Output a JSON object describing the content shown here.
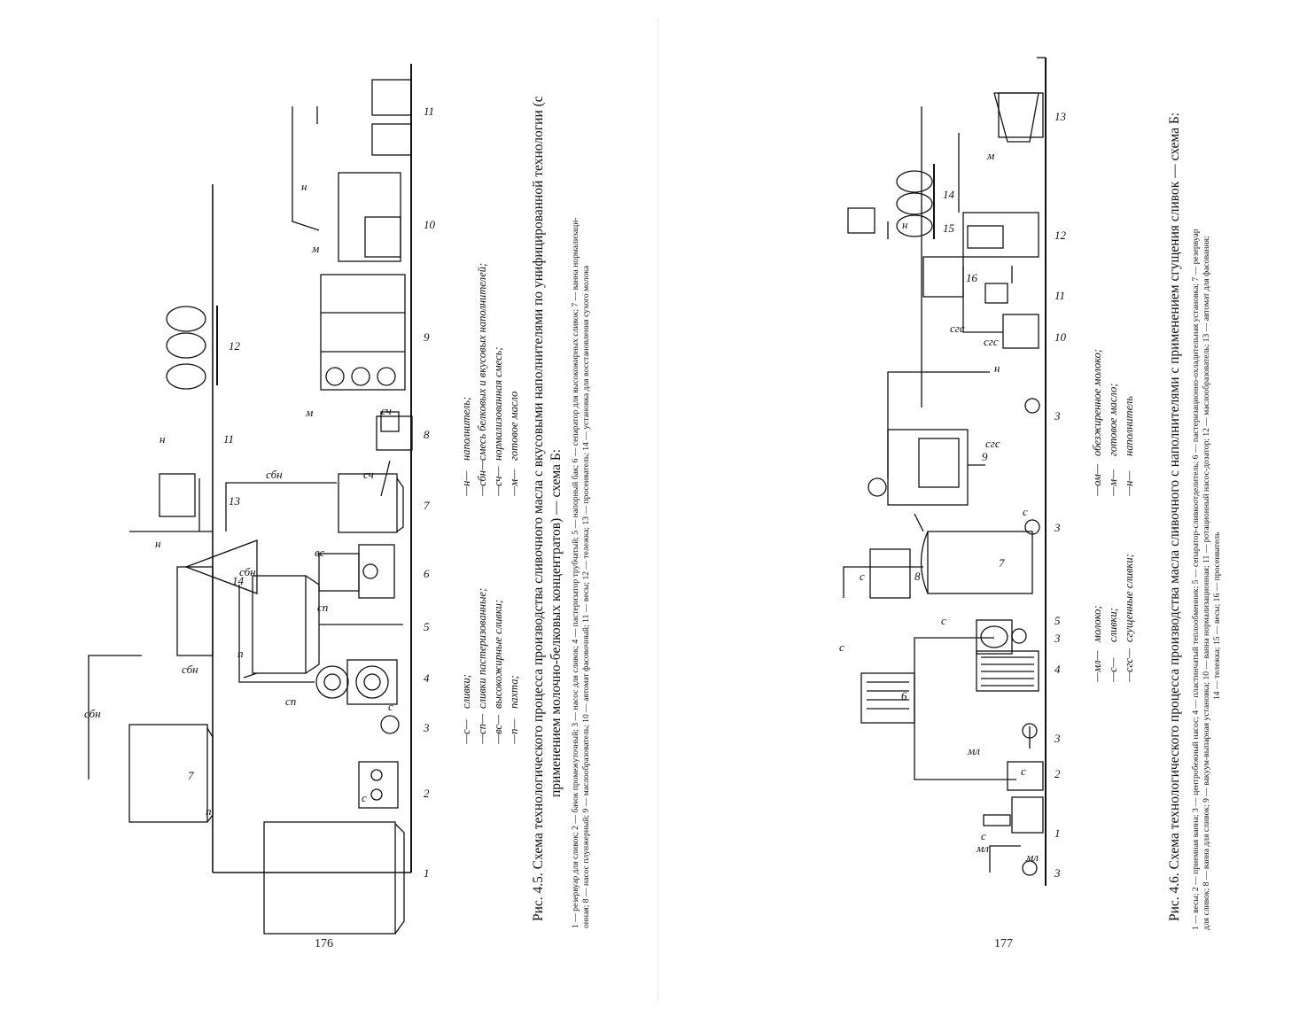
{
  "left_page": {
    "page_number": "176",
    "figure": {
      "title_line1": "Рис. 4.5. Схема технологического процесса производства сливочного масла с вкусовыми наполнителями по унифицированной технологии (с",
      "title_line2": "применением молочно-белковых концентратов) — схема Б:",
      "caption_line1": "1 — резервуар для сливок; 2 — бачок промежуточный; 3 — насос для сливок; 4 — пастеризатор трубчатый; 5 — напорный бак; 6 — сепаратор для высокожирных сливок; 7 — ванна нормализаци-",
      "caption_line2": "онная; 8 — насос плунжерный; 9 — маслообразователь; 10 — автомат фасовочный; 11 — весы; 12 — тележка; 13 — просеиватель; 14 — установка для восстановления сухого молока",
      "legend": [
        {
          "code": "—с—",
          "text": "сливки;"
        },
        {
          "code": "—сп—",
          "text": "сливки пастеризованные;"
        },
        {
          "code": "—вс—",
          "text": "высокожирные сливки;"
        },
        {
          "code": "—п—",
          "text": "пахта;"
        },
        {
          "code": "—н—",
          "text": "наполнитель;"
        },
        {
          "code": "—сбн—",
          "text": "смесь белковых и вкусовых наполнителей;"
        },
        {
          "code": "—сч—",
          "text": "нормализованная смесь;"
        },
        {
          "code": "—м—",
          "text": "готовое масло"
        }
      ],
      "equipment_numbers": [
        "1",
        "2",
        "3",
        "4",
        "5",
        "6",
        "7",
        "7",
        "8",
        "9",
        "10",
        "11",
        "11",
        "12",
        "13",
        "14"
      ],
      "line_labels": [
        "с",
        "с",
        "сп",
        "сп",
        "п",
        "п",
        "вс",
        "сбн",
        "сбн",
        "сбн",
        "сбн",
        "н",
        "н",
        "н",
        "м",
        "м",
        "сч",
        "сч"
      ]
    }
  },
  "right_page": {
    "page_number": "177",
    "figure": {
      "title": "Рис. 4.6. Схема технологического процесса производства масла сливочного с наполнителями с применением сгущения сливок — схема Б:",
      "caption_line1": "1 — весы; 2 — приемная ванна; 3 — центробежный насос; 4 — пластинчатый теплообменник; 5 — сепаратор-сливкоотделитель; 6 — пастеризационно-охладительная установка; 7 — резервуар",
      "caption_line2": "для сливок; 8 — ванна для сливок; 9 — вакуум-выпарная установка; 10 — ванна нормализационная; 11 — ротационный насос-дозатор; 12 — маслообразователь; 13 — автомат для фасования;",
      "caption_line3": "14 — тележка; 15 — весы; 16 — просеиватель",
      "legend": [
        {
          "code": "—мл—",
          "text": "молоко;"
        },
        {
          "code": "—с—",
          "text": "сливки;"
        },
        {
          "code": "—сгс—",
          "text": "сгущенные сливки;"
        },
        {
          "code": "—ом—",
          "text": "обезжиренное молоко;"
        },
        {
          "code": "—м—",
          "text": "готовое масло;"
        },
        {
          "code": "—н—",
          "text": "наполнитель"
        }
      ],
      "equipment_numbers": [
        "1",
        "2",
        "3",
        "3",
        "3",
        "3",
        "3",
        "4",
        "5",
        "6",
        "7",
        "8",
        "9",
        "10",
        "11",
        "12",
        "13",
        "14",
        "15",
        "16"
      ],
      "line_labels": [
        "мл",
        "мл",
        "мл",
        "с",
        "с",
        "с",
        "с",
        "с",
        "с",
        "сгс",
        "сгс",
        "сгс",
        "н",
        "н",
        "м"
      ]
    }
  }
}
